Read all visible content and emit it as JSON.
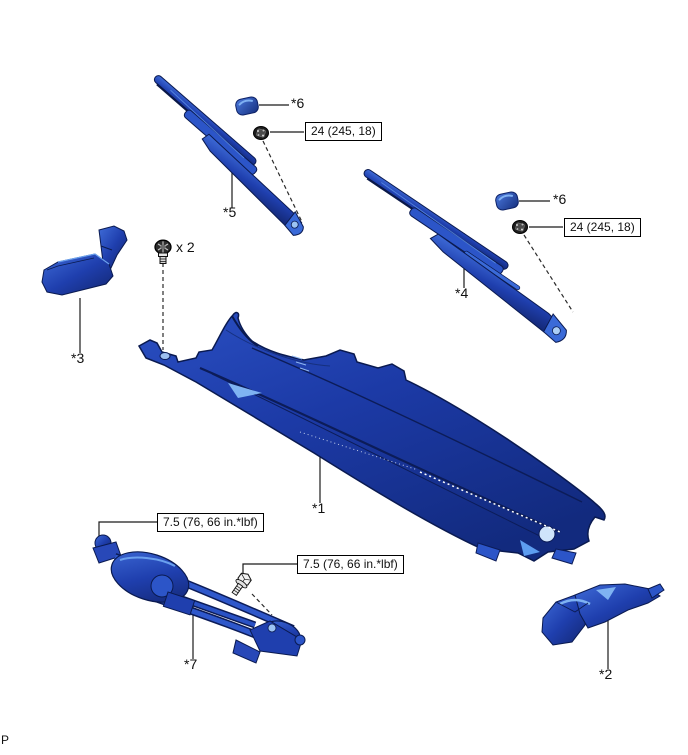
{
  "page": {
    "corner_mark": "P"
  },
  "callouts": {
    "part1": "*1",
    "part2": "*2",
    "part3": "*3",
    "part4": "*4",
    "part5": "*5",
    "part6": "*6",
    "part7": "*7",
    "bolt_qty": "x 2"
  },
  "torque": {
    "arm_nut": "24 (245, 18)",
    "linkage_bolt": "7.5 (76, 66 in.*lbf)"
  },
  "colors": {
    "part_blue": "#1f3fae",
    "part_blue_dark": "#0c1c58",
    "part_blue_light": "#6aa0ee",
    "outline_black": "#000000"
  }
}
